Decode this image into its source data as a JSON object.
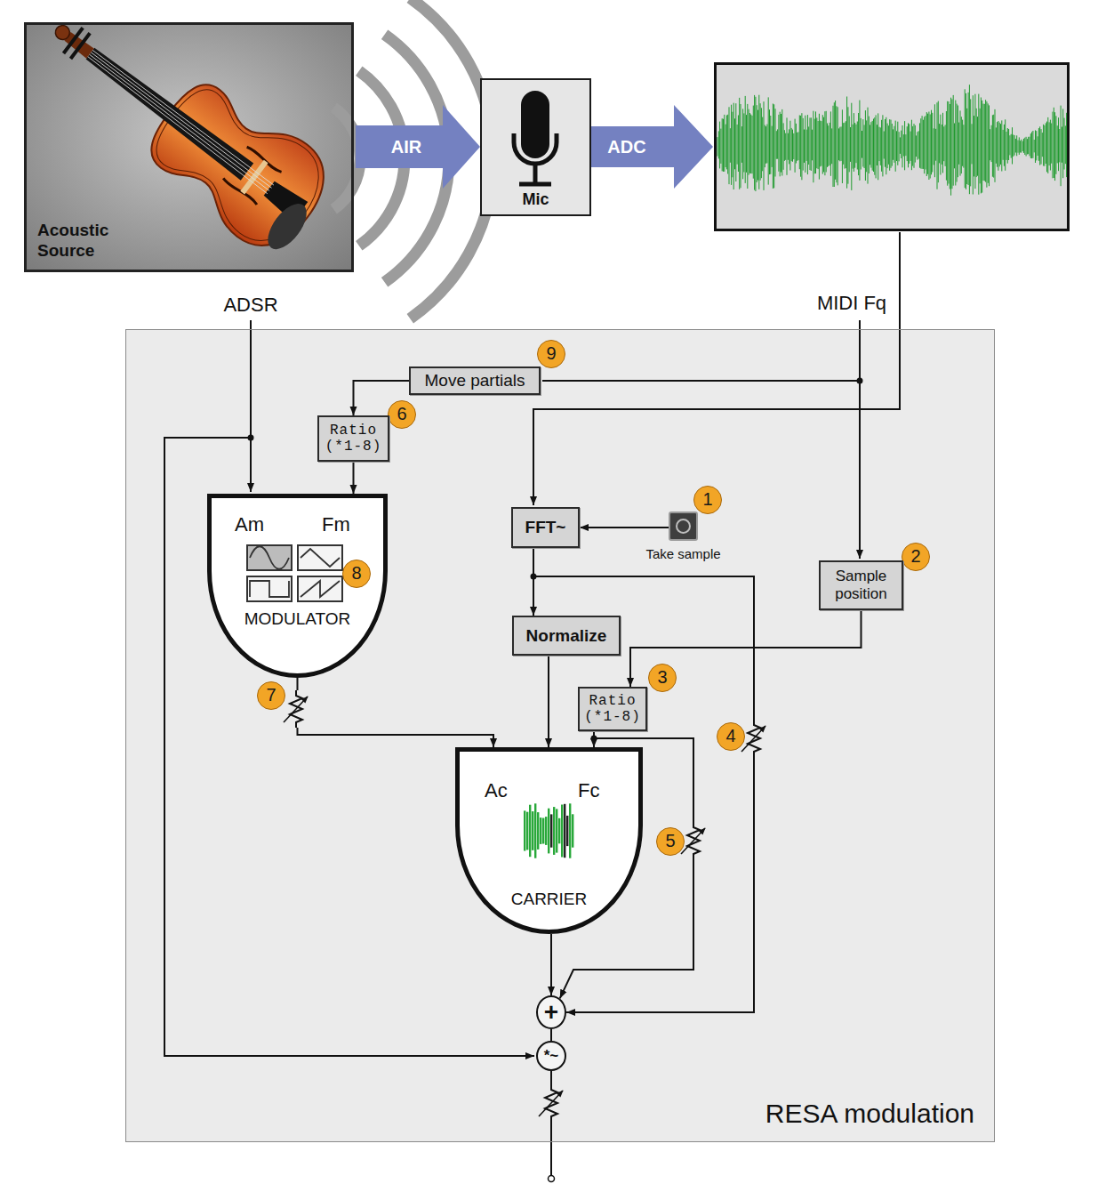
{
  "diagram": {
    "nodes": [
      {
        "text": [
          "Acoustic Source"
        ]
      },
      {
        "text": [
          "Mic"
        ]
      },
      {
        "text": [
          "RESA modulation"
        ]
      },
      {
        "text": [
          "Move partials"
        ],
        "in": 2
      },
      {
        "text": [
          "Ratio (*1-8)"
        ],
        "in": 2
      },
      {
        "text": [
          "Am",
          "Fm",
          "MODULATOR"
        ],
        "in": 2
      },
      {
        "text": [
          "FFT~"
        ],
        "in": 2
      },
      {
        "text": [
          "Take sample"
        ],
        "in": 2
      },
      {
        "text": [
          "Sample position"
        ],
        "in": 2
      },
      {
        "text": [
          "Normalize"
        ],
        "in": 2
      },
      {
        "text": [
          "Ratio (*1-8)"
        ],
        "in": 2
      },
      {
        "text": [
          "Ac",
          "Fc",
          "CARRIER"
        ],
        "in": 2
      },
      {
        "text": [
          "+"
        ],
        "in": 2
      },
      {
        "text": [
          "*~"
        ],
        "in": 2
      }
    ],
    "edges": [
      {
        "from": 0,
        "to": 1,
        "arrow": "to",
        "label": "AIR"
      },
      {
        "from": 3,
        "to": 4,
        "arrow": "to"
      },
      {
        "from": 4,
        "to": 5,
        "arrow": "to"
      },
      {
        "from": 7,
        "to": 6,
        "arrow": "to"
      },
      {
        "from": 6,
        "to": 9,
        "arrow": "to"
      },
      {
        "from": 6,
        "to": 12,
        "arrow": "to"
      },
      {
        "from": 8,
        "to": 10,
        "arrow": "to"
      },
      {
        "from": 9,
        "to": 11,
        "arrow": "to"
      },
      {
        "from": 10,
        "to": 11,
        "arrow": "to"
      },
      {
        "from": 10,
        "to": 12,
        "arrow": "to"
      },
      {
        "from": 5,
        "to": 11,
        "arrow": "to"
      },
      {
        "from": 11,
        "to": 12,
        "arrow": "to"
      },
      {
        "from": 12,
        "to": 13,
        "arrow": "none"
      }
    ],
    "labels": [
      "ADC",
      "ADSR",
      "MIDI Fq",
      "9",
      "6",
      "1",
      "2",
      "8",
      "7",
      "3",
      "4",
      "5"
    ]
  }
}
